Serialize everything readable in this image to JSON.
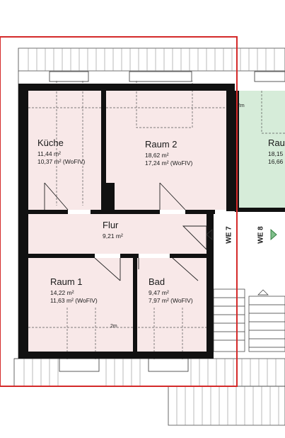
{
  "rooms": {
    "kueche": {
      "name": "Küche",
      "area": "11,44 m²",
      "area_wofiv": "10,37 m² (WoFIV)"
    },
    "raum2": {
      "name": "Raum 2",
      "area": "18,62 m²",
      "area_wofiv": "17,24 m² (WoFIV)"
    },
    "raum_neighbor": {
      "name": "Rau",
      "area": "18,15",
      "area_wofiv": "16,66"
    },
    "flur": {
      "name": "Flur",
      "area": "9,21 m²"
    },
    "raum1": {
      "name": "Raum 1",
      "area": "14,22 m²",
      "area_wofiv": "11,63 m² (WoFIV)"
    },
    "bad": {
      "name": "Bad",
      "area": "9,47 m²",
      "area_wofiv": "7,97 m² (WoFIV)"
    }
  },
  "units": {
    "we7": "WE 7",
    "we8": "WE 8"
  },
  "dimensions": {
    "top": "2m",
    "bottom": "2m"
  },
  "colors": {
    "room_fill": "#f8e8e8",
    "neighbor_fill": "#d6ecd9",
    "wall": "#111111",
    "highlight": "#d42a2a"
  }
}
